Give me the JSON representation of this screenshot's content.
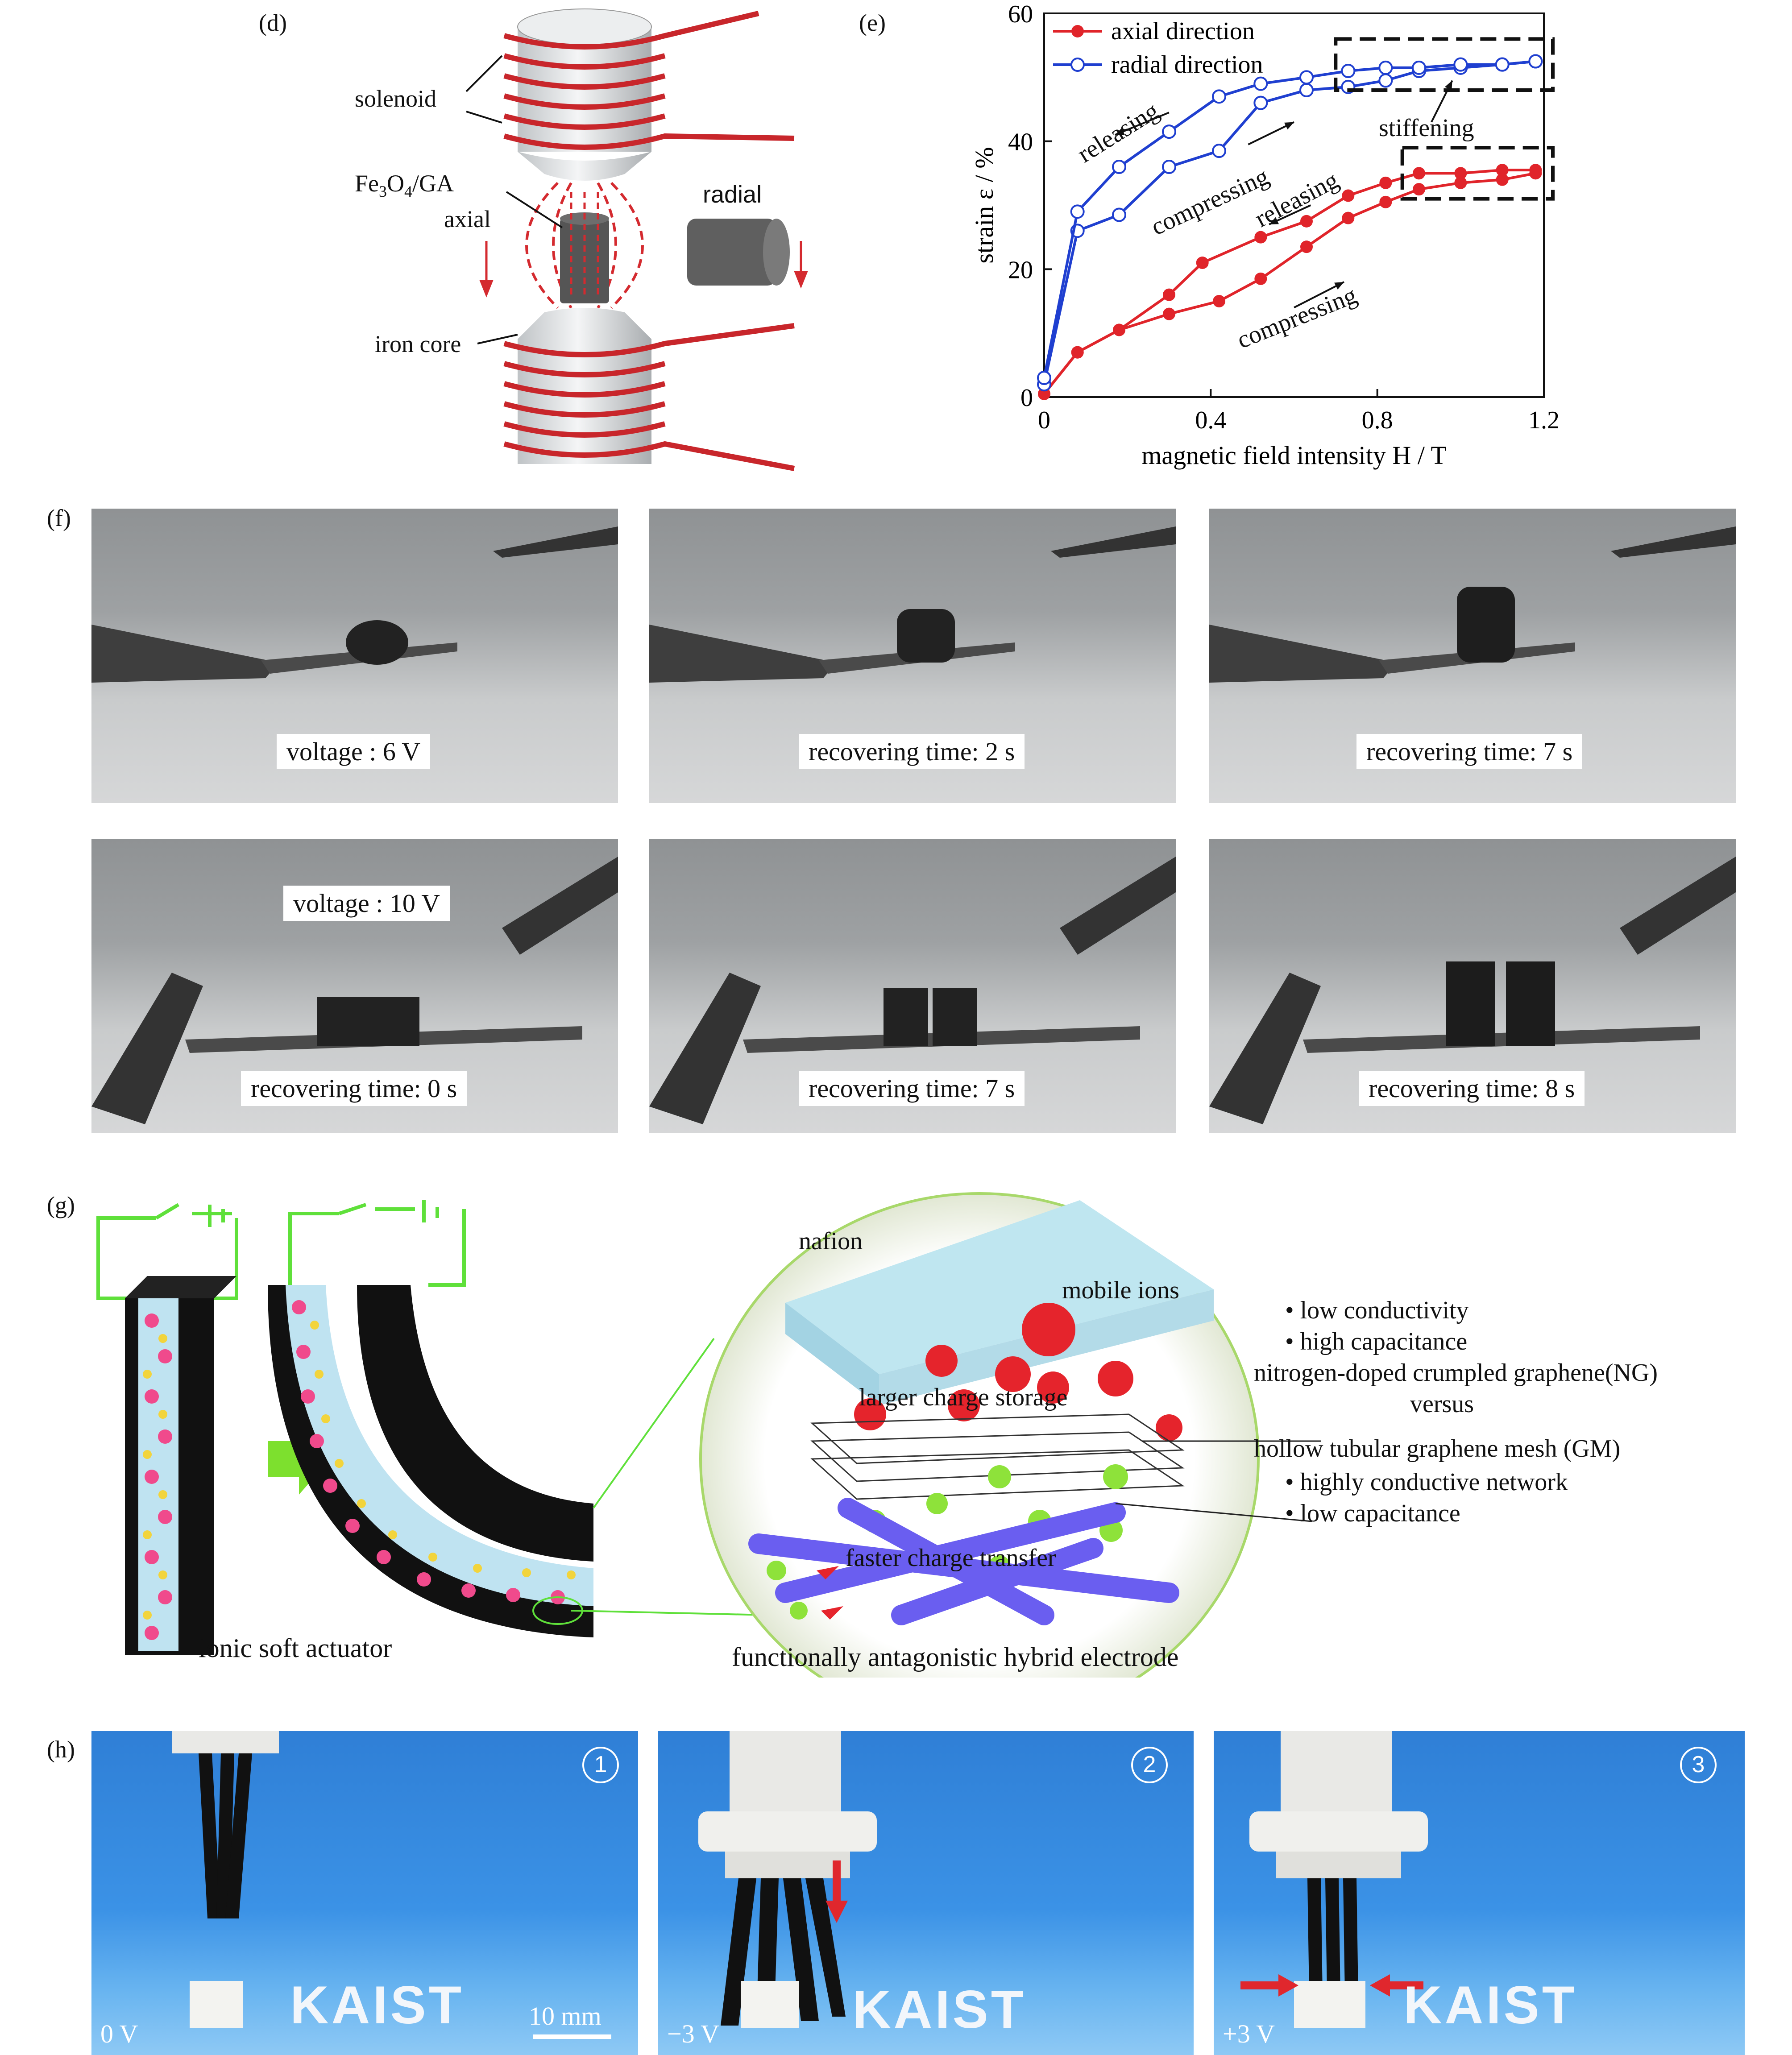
{
  "panels": {
    "d": {
      "label": "(d)",
      "solenoid": "solenoid",
      "fe3o4": "Fe",
      "fe3o4_sub": "3",
      "fe3o4_tail": "O",
      "fe3o4_sub2": "4",
      "fe3o4_end": "/GA",
      "axial": "axial",
      "radial": "radial",
      "iron_core": "iron core"
    },
    "e": {
      "label": "(e)",
      "legend_axial": "axial direction",
      "legend_radial": "radial direction",
      "releasing_top": "releasing",
      "compressing_top": "compressing",
      "stiffening": "stiffening",
      "releasing_bottom": "releasing",
      "compressing_bottom": "compressing"
    },
    "f": {
      "label": "(f)",
      "captions": [
        "voltage : 6 V",
        "recovering time: 2 s",
        "recovering time: 7 s",
        "voltage : 10 V",
        "recovering time: 0 s",
        "recovering time: 7 s",
        "recovering time: 8 s"
      ]
    },
    "g": {
      "label": "(g)",
      "nafion": "nafion",
      "mobile_ions": "mobile ions",
      "larger_charge": "larger charge storage",
      "faster_charge": "faster charge transfer",
      "ionic": "ionic soft actuator",
      "hybrid": "functionally antagonistic hybrid electrode",
      "bullets_top": [
        "• low conductivity",
        "• high capacitance"
      ],
      "ng": "nitrogen-doped crumpled graphene(NG)",
      "versus": "versus",
      "gm": "hollow tubular graphene mesh (GM)",
      "bullets_bottom": [
        "• highly conductive network",
        "• low capacitance"
      ]
    },
    "h": {
      "label": "(h)",
      "nums": [
        "1",
        "2",
        "3"
      ],
      "volts": [
        "0 V",
        "−3 V",
        "+3 V"
      ],
      "scale": "10 mm",
      "kaist": "KAIST"
    }
  },
  "chart_data": {
    "type": "line",
    "xlabel": "magnetic field intensity H / T",
    "ylabel": "strain ε / %",
    "xlim": [
      0,
      1.2
    ],
    "ylim": [
      0,
      60
    ],
    "xticks": [
      "0",
      "0.4",
      "0.8",
      "1.2"
    ],
    "yticks": [
      "0",
      "20",
      "40",
      "60"
    ],
    "legend": "top-left",
    "colors": {
      "axial": "#e0242a",
      "radial": "#1f3fd0"
    },
    "series": [
      {
        "name": "axial direction",
        "branch": "compressing",
        "x": [
          0,
          0.08,
          0.18,
          0.3,
          0.42,
          0.52,
          0.63,
          0.73,
          0.82,
          0.9,
          1.0,
          1.1,
          1.18
        ],
        "y": [
          0.5,
          7,
          10.5,
          13,
          15,
          18.5,
          23.5,
          28,
          30.5,
          32.5,
          33.5,
          34,
          35
        ]
      },
      {
        "name": "axial direction",
        "branch": "releasing",
        "x": [
          0,
          0.08,
          0.18,
          0.3,
          0.38,
          0.52,
          0.63,
          0.73,
          0.82,
          0.9,
          1.0,
          1.1,
          1.18
        ],
        "y": [
          0.5,
          7,
          10.5,
          16,
          21,
          25,
          27.5,
          31.5,
          33.5,
          35,
          35,
          35.5,
          35.5
        ]
      },
      {
        "name": "radial direction",
        "branch": "compressing",
        "x": [
          0,
          0.08,
          0.18,
          0.3,
          0.42,
          0.52,
          0.63,
          0.73,
          0.82,
          0.9,
          1.0,
          1.1,
          1.18
        ],
        "y": [
          2,
          26,
          28.5,
          36,
          38.5,
          46,
          48,
          48.5,
          49.5,
          51,
          51.5,
          52,
          52.5
        ]
      },
      {
        "name": "radial direction",
        "branch": "releasing",
        "x": [
          0,
          0.08,
          0.18,
          0.3,
          0.42,
          0.52,
          0.63,
          0.73,
          0.82,
          0.9,
          1.0,
          1.1,
          1.18
        ],
        "y": [
          3,
          29,
          36,
          41.5,
          47,
          49,
          50,
          51,
          51.5,
          51.5,
          52,
          52,
          52.5
        ]
      }
    ]
  }
}
